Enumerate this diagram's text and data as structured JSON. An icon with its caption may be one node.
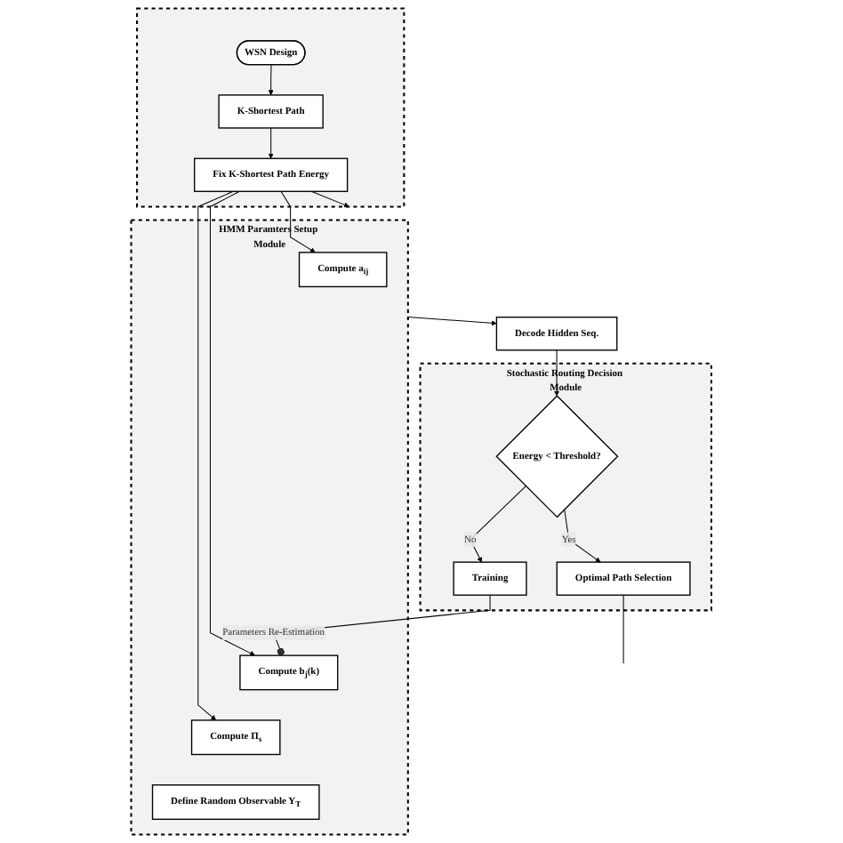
{
  "diagram": {
    "nodes": [
      {
        "text": [],
        "shape": "box"
      },
      {
        "text": [
          "WSN Design"
        ],
        "in": 0
      },
      {
        "text": [
          "K-Shortest Path"
        ],
        "in": 0
      },
      {
        "text": [
          "Fix K-Shortest Path Energy"
        ],
        "in": 0
      },
      {
        "text": [
          "HMM Paramters Setup Module"
        ]
      },
      {
        "text": [
          "Compute a$_{ij}$"
        ],
        "in": 4
      },
      {
        "text": [
          "Compute b$_{j}$(k)"
        ],
        "in": 4
      },
      {
        "text": [
          "Compute Π$_{s}$"
        ],
        "in": 4
      },
      {
        "text": [
          "Define Random Observable Y$_{T}$"
        ],
        "in": 4
      },
      {
        "text": [
          "Decode Hidden Seq."
        ]
      },
      {
        "text": [
          "Stochastic Routing Decision Module"
        ]
      },
      {
        "text": [
          "Optimal Path Selection"
        ],
        "in": 10
      },
      {
        "text": [
          "Energy < Threshold?"
        ],
        "in": 10
      },
      {
        "text": [
          "Training"
        ],
        "in": 10
      }
    ],
    "edges": [
      {
        "from": 1,
        "to": 2,
        "arrow": "to"
      },
      {
        "from": 2,
        "to": 3,
        "arrow": "to"
      },
      {
        "from": 3,
        "to": 4,
        "arrow": "to"
      },
      {
        "from": 3,
        "to": 5,
        "arrow": "to"
      },
      {
        "from": 3,
        "to": 6,
        "arrow": "to"
      },
      {
        "from": 3,
        "to": 7,
        "arrow": "to"
      },
      {
        "from": 4,
        "to": 9,
        "arrow": "to"
      },
      {
        "from": 9,
        "to": 12,
        "arrow": "to"
      },
      {
        "from": 12,
        "to": 11,
        "label": "Yes",
        "arrow": "to"
      },
      {
        "from": 12,
        "to": 13,
        "label": "No",
        "arrow": "to"
      },
      {
        "from": 13,
        "to": 6,
        "label": "Parameters Re-Estimation",
        "arrow": "other"
      },
      {
        "from": 11,
        "to": null,
        "arrow": "none"
      }
    ]
  }
}
